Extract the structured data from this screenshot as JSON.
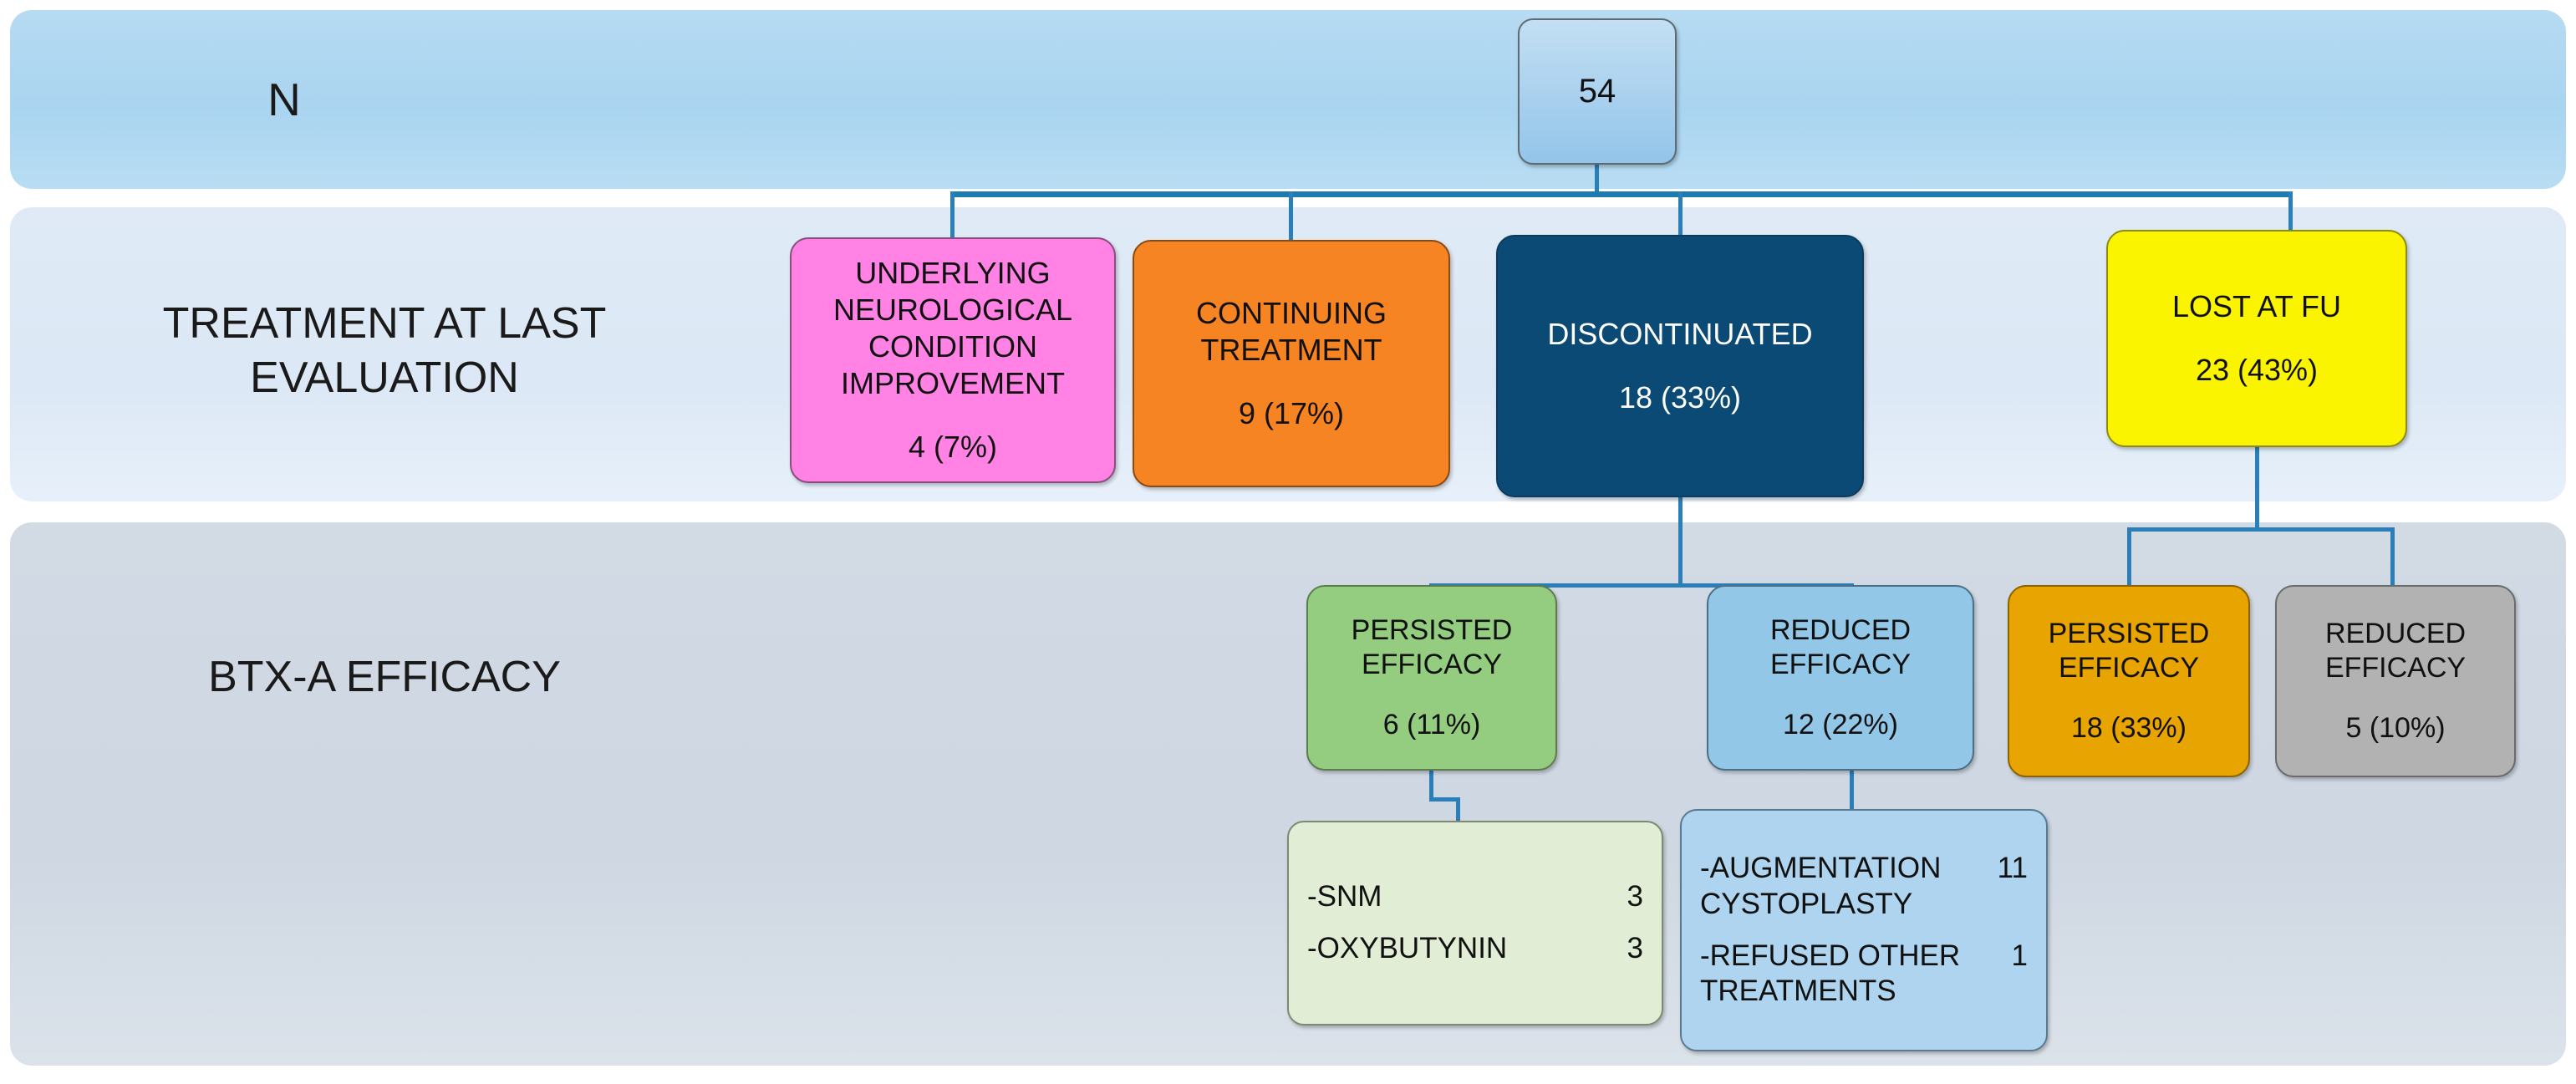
{
  "rows": [
    {
      "label": "N",
      "color": "#a9d4f0"
    },
    {
      "label": "TREATMENT AT LAST\nEVALUATION",
      "color": "#dce8f5"
    },
    {
      "label": "BTX-A EFFICACY",
      "color": "#ced7e2"
    }
  ],
  "nodes": {
    "total": {
      "value": "54",
      "color": "#93c5e9"
    },
    "improvement": {
      "title": "UNDERLYING\nNEUROLOGICAL\nCONDITION\nIMPROVEMENT",
      "value": "4 (7%)",
      "color": "#ff82e4"
    },
    "continuing": {
      "title": "CONTINUING\nTREATMENT",
      "value": "9 (17%)",
      "color": "#f78422"
    },
    "discontinued": {
      "title": "DISCONTINUATED",
      "value": "18 (33%)",
      "color": "#0b4a74"
    },
    "lost_fu": {
      "title": "LOST AT  FU",
      "value": "23 (43%)",
      "color": "#fbf400"
    },
    "persisted_disc": {
      "title": "PERSISTED\nEFFICACY",
      "value": "6 (11%)",
      "color": "#94cd7f"
    },
    "reduced_disc": {
      "title": "REDUCED\nEFFICACY",
      "value": "12 (22%)",
      "color": "#93c7e8"
    },
    "persisted_lost": {
      "title": "PERSISTED\nEFFICACY",
      "value": "18 (33%)",
      "color": "#e8a400"
    },
    "reduced_lost": {
      "title": "REDUCED\nEFFICACY",
      "value": "5 (10%)",
      "color": "#b2b2b2"
    }
  },
  "detail_lists": {
    "persisted_treatments": {
      "color": "#e1eed5",
      "rows": [
        {
          "label": "-SNM",
          "count": "3"
        },
        {
          "label": "-OXYBUTYNIN",
          "count": "3"
        }
      ]
    },
    "reduced_treatments": {
      "color": "#aed4ef",
      "rows": [
        {
          "label": "-AUGMENTATION\nCYSTOPLASTY",
          "count": "11"
        },
        {
          "label": "-REFUSED OTHER\nTREATMENTS",
          "count": "1"
        }
      ]
    }
  },
  "connector_color": "#2a7fb8"
}
